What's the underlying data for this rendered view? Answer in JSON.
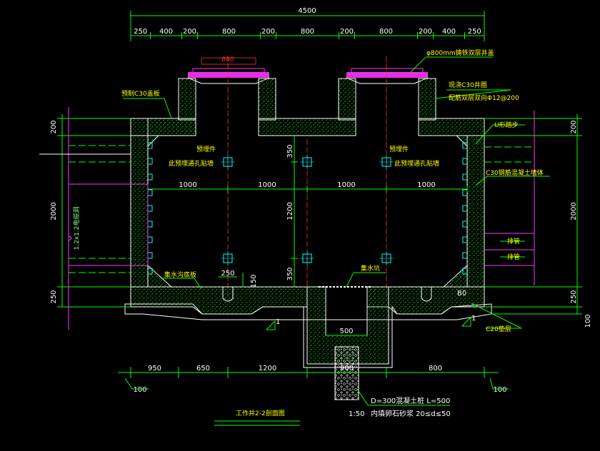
{
  "drawing": {
    "title": "工作井2-2剖面图",
    "scale": "1:50"
  },
  "dims": {
    "overall": "4500",
    "top_segments": [
      "250",
      "400",
      "200",
      "800",
      "200",
      "800",
      "200",
      "800",
      "200",
      "400",
      "250"
    ],
    "opening_width": "800",
    "inner_spans": [
      "1000",
      "1000",
      "1000",
      "1000"
    ],
    "left_vertical": [
      "200",
      "2000",
      "250"
    ],
    "right_vertical": [
      "200",
      "2000",
      "250",
      "100"
    ],
    "center_vertical": [
      "350",
      "1200",
      "350"
    ],
    "bottom_segments": [
      "950",
      "650",
      "1200",
      "900",
      "800"
    ],
    "left_offset": "100",
    "right_offset": "100",
    "sump_width": "500",
    "small_250": "250",
    "small_150": "150"
  },
  "labels": {
    "manhole_cover": "φ800mm铸铁双层井盖",
    "left_cover_beam": "预制C30盖板",
    "right_ring": "现浇C30井圈",
    "rebar_note": "配筋双层双向Φ12@200",
    "embed_left": "预埋件",
    "pipe_left": "此预埋通孔贴墙",
    "embed_right": "预埋件",
    "pipe_right": "此预埋通孔贴墙",
    "u_step": "U形踏步",
    "wall_concrete": "C30钢筋混凝土墙体",
    "hole": "1.2x1.2电缆洞",
    "drain_left": "集水沟底板",
    "tray1": "排管",
    "tray2": "排管",
    "sump_note": "集水坑",
    "base_cushion": "C20垫层",
    "pile_note1": "D=300混凝土桩 L=500",
    "pile_note2": "内填卵石砂浆 20≤d≤50",
    "leader_num": "1",
    "b0": "B0"
  },
  "colors": {
    "background": "#000000",
    "outline": "#ffffff",
    "concrete": "#00cc00",
    "dim_line": "#00ff00",
    "text_yellow": "#ffff00",
    "cover_magenta": "#ff33ff",
    "ladder_cyan": "#00ffff",
    "centerline_red": "#ff3333"
  }
}
